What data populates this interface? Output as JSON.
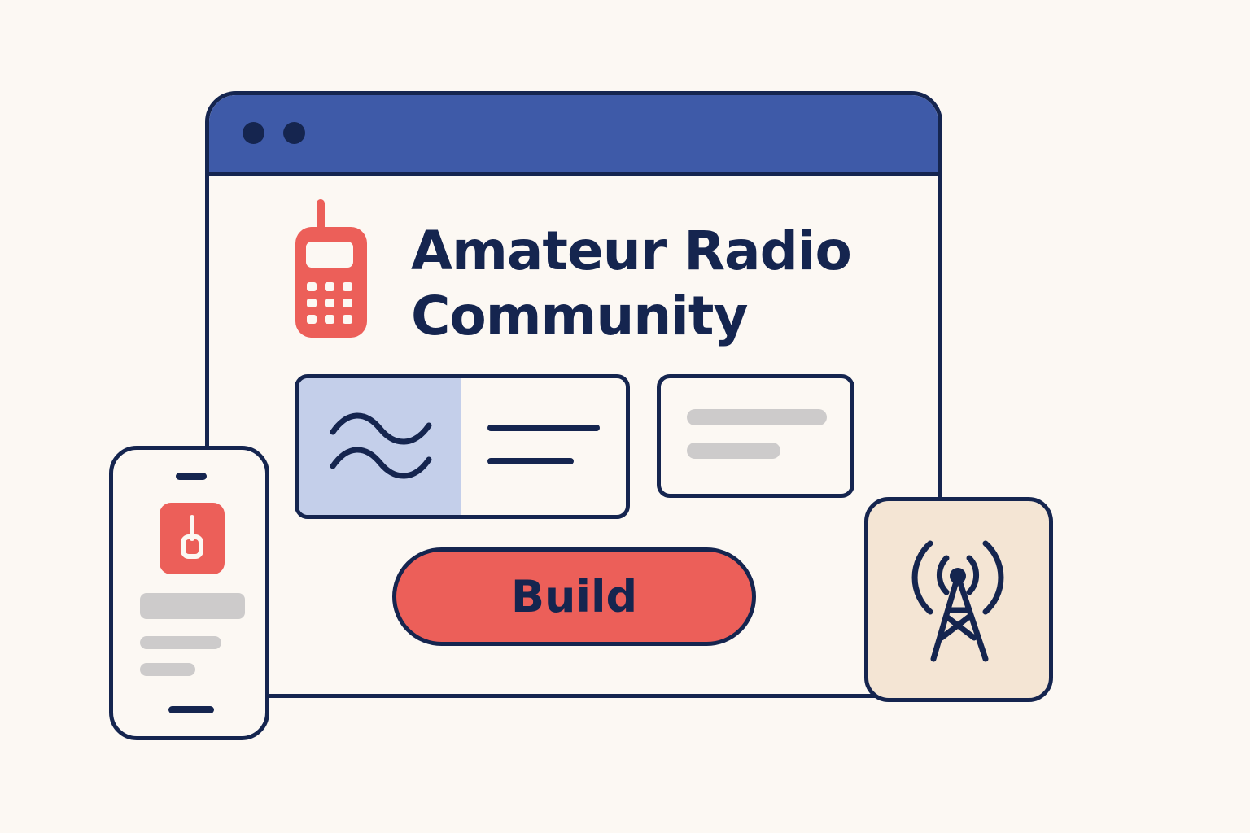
{
  "app": {
    "title_line1": "Amateur Radio",
    "title_line2": "Community"
  },
  "actions": {
    "build_label": "Build"
  },
  "icons": {
    "logo": "handheld-radio-icon",
    "feature": "radio-wave-icon",
    "phone_app": "radio-app-icon",
    "tower": "antenna-tower-icon"
  },
  "colors": {
    "background": "#FCF8F3",
    "navy": "#15254F",
    "titlebar_blue": "#3E5AA8",
    "accent_red": "#EC5F59",
    "panel_lavender": "#C4CFEA",
    "placeholder_gray": "#CDCBCB",
    "tile_beige": "#F4E5D4"
  }
}
